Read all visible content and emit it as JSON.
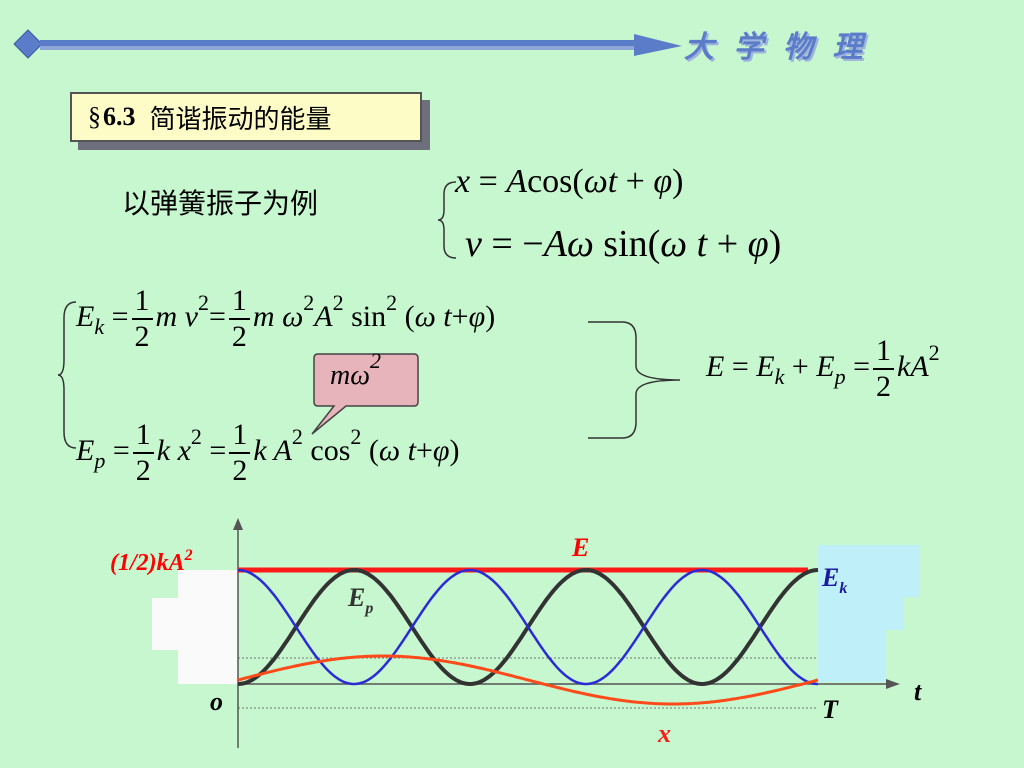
{
  "header": {
    "title": "大 学 物 理"
  },
  "section": {
    "symbol": "§",
    "number": "6.3",
    "title": "简谐振动的能量"
  },
  "example_text": "以弹簧振子为例",
  "callout": {
    "text_var": "mω",
    "text_exp": "2"
  },
  "chart_data": {
    "type": "line",
    "title": "",
    "xlabel": "t",
    "ylabel": "",
    "origin_label": "o",
    "period_label": "T",
    "max_energy_label": "(1/2)kA",
    "max_energy_exp": "2",
    "x": [
      0,
      0.25,
      0.5,
      0.75,
      1.0,
      1.25,
      1.5,
      1.75,
      2.0,
      2.25,
      2.5
    ],
    "series": [
      {
        "name": "E",
        "label_main": "E",
        "label_sub": "",
        "color": "#ff1a1a",
        "kind": "constant",
        "value": 1.0
      },
      {
        "name": "Ek",
        "label_main": "E",
        "label_sub": "k",
        "color": "#2b2bd6",
        "kind": "cos2"
      },
      {
        "name": "Ep",
        "label_main": "E",
        "label_sub": "p",
        "color": "#333333",
        "kind": "sin2"
      },
      {
        "name": "x",
        "label_main": "x",
        "label_sub": "",
        "color": "#ff4a1a",
        "kind": "sin"
      }
    ],
    "colors": {
      "energy": "#ff1a1a",
      "kinetic": "#2b2bd6",
      "potential": "#333333",
      "displacement": "#ff4a1a",
      "label_red": "#ff0000"
    },
    "grid": false
  }
}
